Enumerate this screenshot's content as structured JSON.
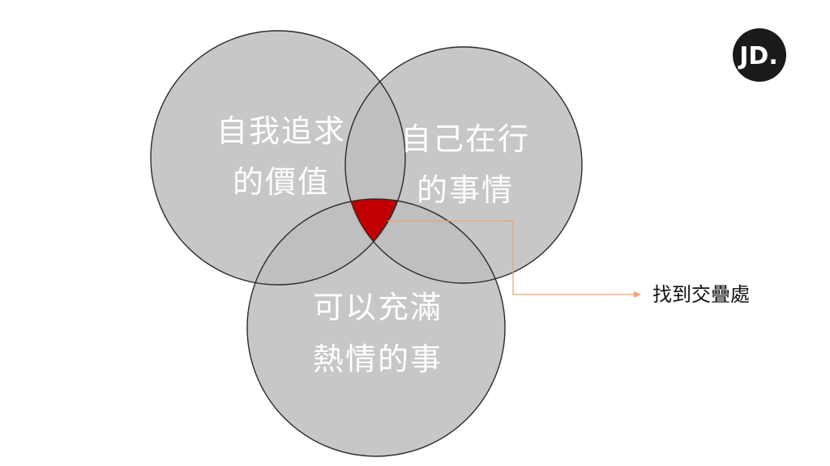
{
  "circles": [
    {
      "line1": "自我追求",
      "line2": "的價值"
    },
    {
      "line1": "自己在行",
      "line2": "的事情"
    },
    {
      "line1": "可以充滿",
      "line2": "熱情的事"
    }
  ],
  "callout": {
    "label": "找到交疊處"
  },
  "logo": {
    "text": "JD."
  },
  "colors": {
    "circle_fill": "#c6c6c6",
    "circle_stroke": "#2b2b2b",
    "overlap": "#c00000",
    "callout_line": "#f0a070",
    "logo_bg": "#1a1a1a"
  }
}
